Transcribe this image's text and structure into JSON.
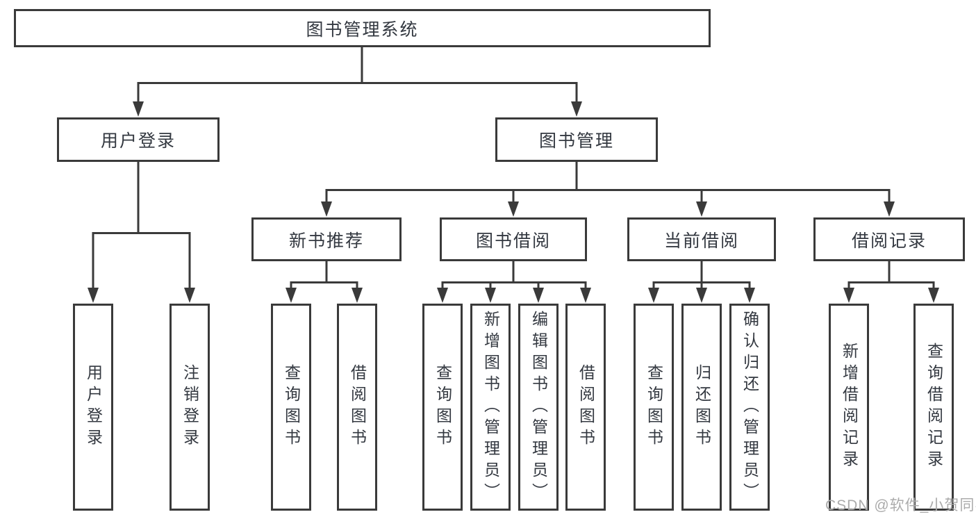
{
  "tree": {
    "root": {
      "label": "图书管理系统",
      "children": [
        {
          "label": "用户登录",
          "children": [
            {
              "label": "用户登录"
            },
            {
              "label": "注销登录"
            }
          ]
        },
        {
          "label": "图书管理",
          "children": [
            {
              "label": "新书推荐",
              "children": [
                {
                  "label": "查询图书"
                },
                {
                  "label": "借阅图书"
                }
              ]
            },
            {
              "label": "图书借阅",
              "children": [
                {
                  "label": "查询图书"
                },
                {
                  "label": "新增图书（管理员）"
                },
                {
                  "label": "编辑图书（管理员）"
                },
                {
                  "label": "借阅图书"
                }
              ]
            },
            {
              "label": "当前借阅",
              "children": [
                {
                  "label": "查询图书"
                },
                {
                  "label": "归还图书"
                },
                {
                  "label": "确认归还（管理员）"
                }
              ]
            },
            {
              "label": "借阅记录",
              "children": [
                {
                  "label": "新增借阅记录"
                },
                {
                  "label": "查询借阅记录"
                }
              ]
            }
          ]
        }
      ]
    }
  },
  "watermark": {
    "text": "CSDN @软件_小贺同学"
  },
  "colors": {
    "line": "#3a3a3a",
    "text": "#333840",
    "background": "#ffffff",
    "watermark": "#ababab"
  }
}
